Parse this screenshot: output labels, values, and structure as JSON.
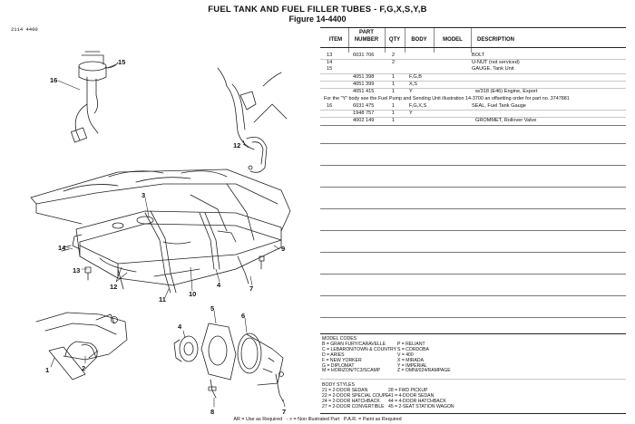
{
  "title": "FUEL TANK AND FUEL FILLER TUBES - F,G,X,S,Y,B",
  "figure": "Figure  14-4400",
  "illustration_code": "2114 4400",
  "columns": {
    "item": "ITEM",
    "part_number_line1": "PART",
    "part_number_line2": "NUMBER",
    "qty": "QTY",
    "body": "BODY",
    "model": "MODEL",
    "description": "DESCRIPTION"
  },
  "rows": [
    {
      "item": "13",
      "part": "6031 706",
      "qty": "2",
      "body": "",
      "model": "",
      "desc": "BOLT"
    },
    {
      "item": "14",
      "part": "",
      "qty": "2",
      "body": "",
      "model": "",
      "desc": "U-NUT (not serviced)"
    },
    {
      "item": "15",
      "part": "",
      "qty": "",
      "body": "",
      "model": "",
      "desc": "GAUGE, Tank Unit"
    },
    {
      "item": "",
      "part": "4051 398",
      "qty": "1",
      "body": "F,G,B",
      "model": "",
      "desc": ""
    },
    {
      "item": "",
      "part": "4051 399",
      "qty": "1",
      "body": "X,S",
      "model": "",
      "desc": ""
    },
    {
      "item": "",
      "part": "4051 415",
      "qty": "1",
      "body": "Y",
      "model": "",
      "desc": "w/318 (E46) Engine, Export"
    },
    {
      "item": "16",
      "part": "6031 475",
      "qty": "1",
      "body": "F,G,X,S",
      "model": "",
      "desc": "SEAL, Fuel Tank Gauge"
    },
    {
      "item": "",
      "part": "1948 757",
      "qty": "1",
      "body": "Y",
      "model": "",
      "desc": ""
    },
    {
      "item": "",
      "part": "4002 149",
      "qty": "1",
      "body": "",
      "model": "",
      "desc": "GROMMET, Rollover Valve"
    }
  ],
  "note": "For the \"Y\" body see the Fuel Pump and Sending Unit illustration 14-3700 an offsetting order for part no. 3747881",
  "model_codes": {
    "heading": "MODEL CODES",
    "left": [
      "B = GRAN FURY/CARAVELLE",
      "C = LEBARON/TOWN & COUNTRY",
      "D = ARIES",
      "F = NEW YORKER",
      "G = DIPLOMAT",
      "M = HORIZON/TC3/SCAMP"
    ],
    "right": [
      "P = RELIANT",
      "S = CORDOBA",
      "V = 400",
      "X = MIRADA",
      "Y = IMPERIAL",
      "Z = OMNI/024/RAMPAGE"
    ]
  },
  "body_styles": {
    "heading": "BODY STYLES",
    "left": [
      "21 = 2-DOOR SEDAN",
      "22 = 2-DOOR SPECIAL COUPE",
      "24 = 2-DOOR HATCHBACK",
      "27 = 2-DOOR CONVERTIBLE"
    ],
    "right": [
      "28 = FWD PICKUP",
      "41 = 4-DOOR SEDAN",
      "44 = 4-DOOR HATCHBACK",
      "45 = 2-SEAT STATION WAGON"
    ]
  },
  "legend": "AR = Use as Required   - > = Non Illustrated Part   P.A.R. = Paint as Required",
  "callouts": [
    "15",
    "16",
    "12",
    "3",
    "14",
    "13",
    "12",
    "10",
    "4",
    "9",
    "7",
    "11",
    "1",
    "2",
    "5",
    "6",
    "4",
    "8",
    "7"
  ]
}
